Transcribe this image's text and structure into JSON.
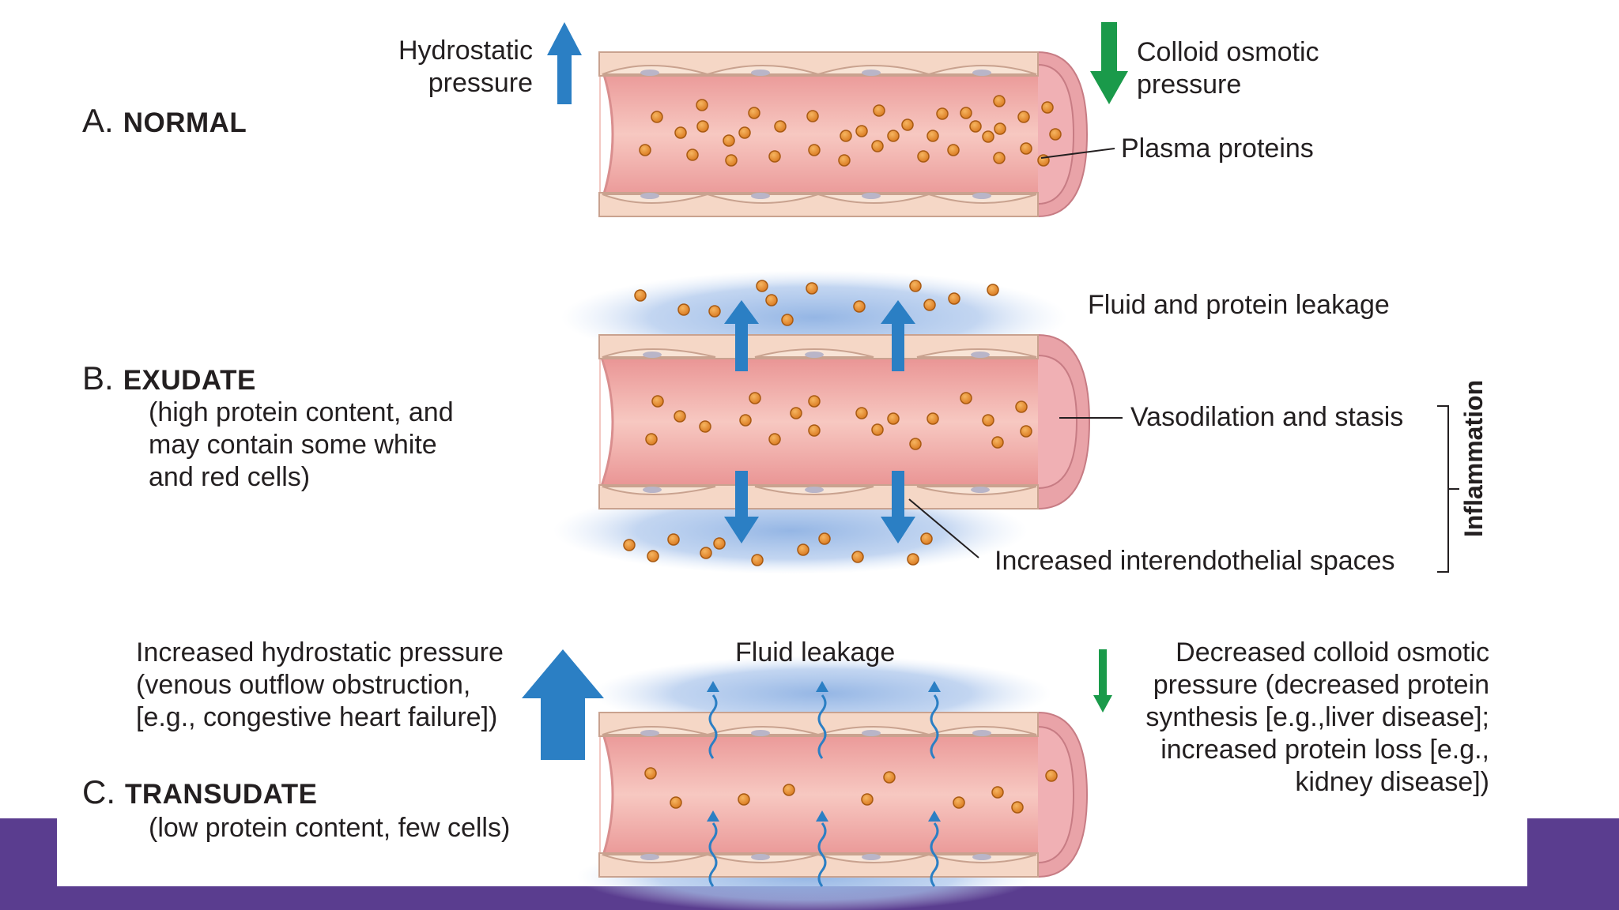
{
  "slide": {
    "footer_color": "#5a3d8f"
  },
  "colors": {
    "blue_arrow": "#2b7fc4",
    "green_arrow": "#1a9a4a",
    "vessel": "#f2b6b1",
    "protein": "#e08a2e",
    "fluid_glow": "#8fb2e3"
  },
  "section_a": {
    "letter": "A.",
    "name": "NORMAL",
    "hydrostatic": [
      "Hydrostatic",
      "pressure"
    ],
    "colloid": [
      "Colloid osmotic",
      "pressure"
    ],
    "plasma": "Plasma proteins"
  },
  "section_b": {
    "letter": "B.",
    "name": "EXUDATE",
    "desc": [
      "(high protein content, and",
      "may contain some white",
      "and red cells)"
    ],
    "leakage": "Fluid and protein leakage",
    "vasodilation": "Vasodilation and stasis",
    "spaces": "Increased interendothelial spaces",
    "bracket": "Inflammation"
  },
  "section_c": {
    "letter": "C.",
    "name": "TRANSUDATE",
    "desc": "(low protein content, few cells)",
    "hydro": [
      "Increased hydrostatic pressure",
      "(venous outflow obstruction,",
      "[e.g., congestive heart failure])"
    ],
    "leakage": "Fluid leakage",
    "colloid": [
      "Decreased colloid osmotic",
      "pressure (decreased protein",
      "synthesis [e.g.,liver disease];",
      "increased protein loss [e.g.,",
      "kidney disease])"
    ]
  }
}
